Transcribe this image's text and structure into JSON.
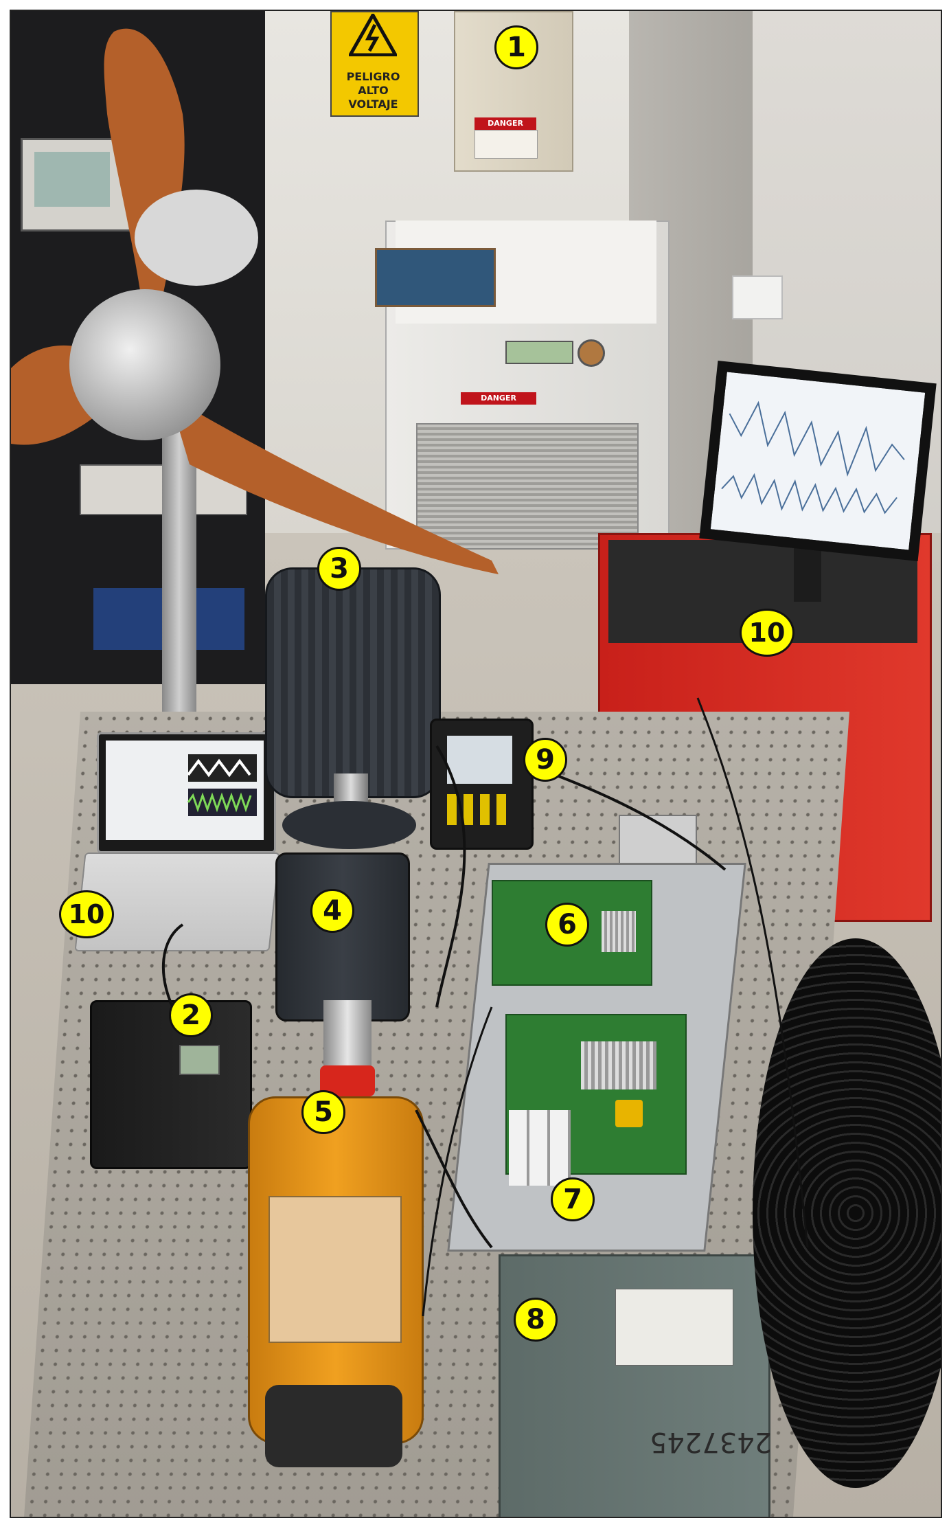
{
  "figure": {
    "markers": [
      {
        "id": "marker-1",
        "label": "1"
      },
      {
        "id": "marker-2",
        "label": "2"
      },
      {
        "id": "marker-3",
        "label": "3"
      },
      {
        "id": "marker-4",
        "label": "4"
      },
      {
        "id": "marker-5",
        "label": "5"
      },
      {
        "id": "marker-6",
        "label": "6"
      },
      {
        "id": "marker-7",
        "label": "7"
      },
      {
        "id": "marker-8",
        "label": "8"
      },
      {
        "id": "marker-9",
        "label": "9"
      },
      {
        "id": "marker-10a",
        "label": "10"
      },
      {
        "id": "marker-10b",
        "label": "10"
      }
    ],
    "warning_sign": {
      "line1": "PELIGRO",
      "line2": "ALTO",
      "line3": "VOLTAJE"
    },
    "danger_label": "DANGER",
    "transformer_handwriting": "2437245"
  },
  "colors": {
    "marker_fill": "#ffff00",
    "sign_yellow": "#f3c800",
    "danger_red": "#c0141b",
    "motor_yellow": "#f0a020",
    "cabinet_red": "#d8261c"
  }
}
